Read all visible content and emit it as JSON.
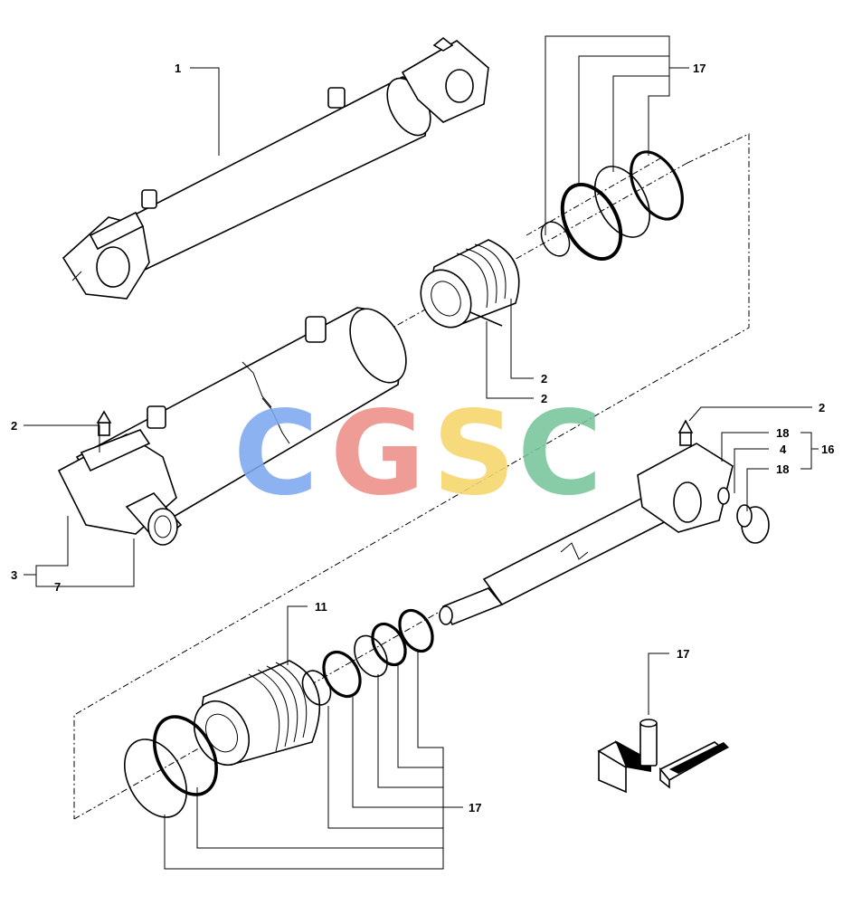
{
  "labels": {
    "cylinder_assembly": "1",
    "grease_fitting_head": "2",
    "grease_fitting_piston": "2",
    "grease_fitting_barrel": "2",
    "grease_fitting_rod": "2",
    "barrel": "3",
    "bushing_rod_eye": "4",
    "bushing_barrel": "7",
    "piston": "11",
    "bushing_kit": "16",
    "seal_kit_top": "17",
    "seal_kit_bottom": "17",
    "seal_kit_detail": "17",
    "snap_ring_upper": "18",
    "snap_ring_lower": "18"
  },
  "watermark": {
    "letters": [
      "C",
      "G",
      "S",
      "C"
    ],
    "colors": [
      "#7ea8f0",
      "#ef8f88",
      "#f6d66a",
      "#78c69c"
    ]
  }
}
